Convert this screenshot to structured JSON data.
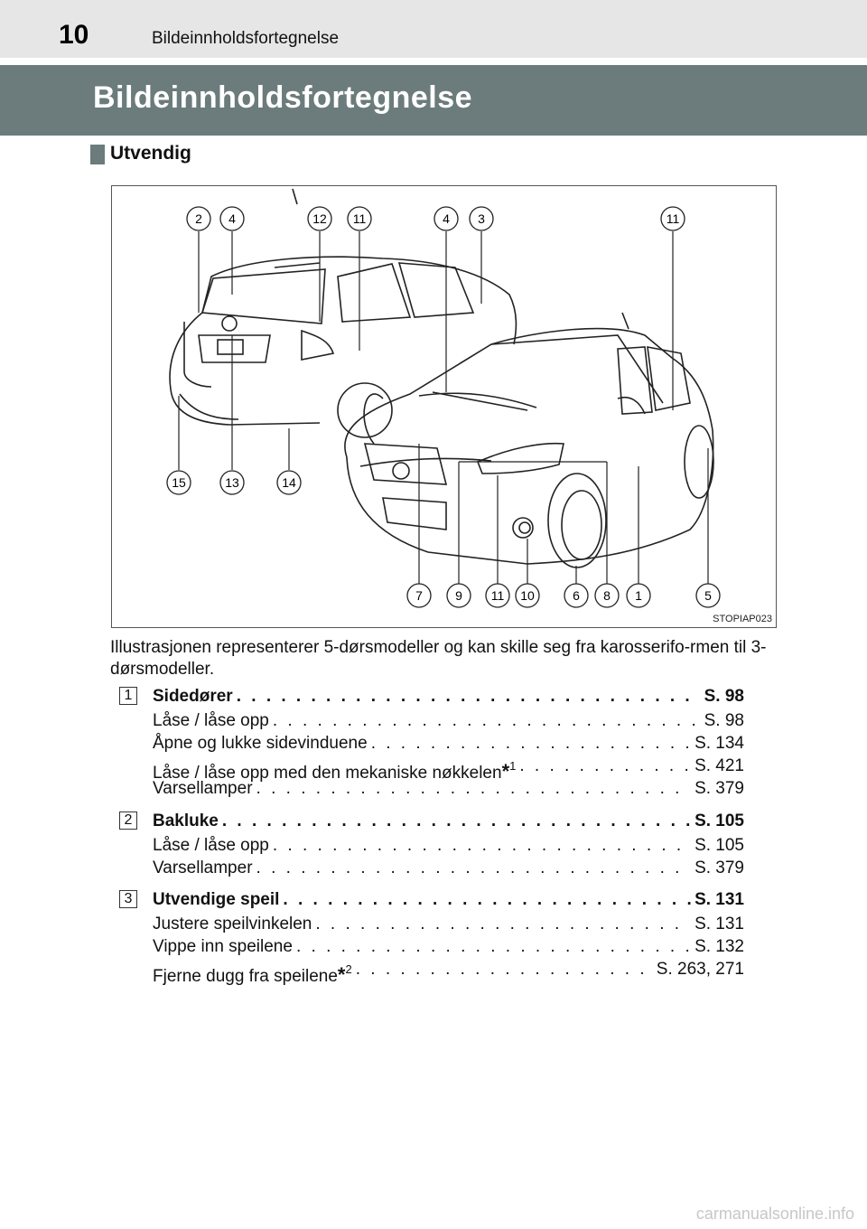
{
  "header": {
    "page_number": "10",
    "running_title": "Bildeinnholdsfortegnelse"
  },
  "band_title": "Bildeinnholdsfortegnelse",
  "section_title": "Utvendig",
  "figure": {
    "code": "STOPIAP023",
    "callouts_top": [
      "2",
      "4",
      "12",
      "11",
      "4",
      "3",
      "11"
    ],
    "callouts_left": [
      "15",
      "13",
      "14"
    ],
    "callouts_bottom": [
      "7",
      "9",
      "11",
      "10",
      "6",
      "8",
      "1",
      "5"
    ]
  },
  "caption": "Illustrasjonen representerer 5-dørsmodeller og kan skille seg fra karosserifo-rmen til 3-dørsmodeller.",
  "entries": [
    {
      "num": "1",
      "title": {
        "label": "Sidedører",
        "page": "S. 98"
      },
      "items": [
        {
          "label": "Låse / låse opp",
          "page": "S. 98"
        },
        {
          "label": "Åpne og lukke sidevinduene",
          "page": "S. 134"
        },
        {
          "label": "Låse / låse opp med den mekaniske nøkkelen",
          "star": "*",
          "note": "1",
          "page": "S. 421"
        },
        {
          "label": "Varsellamper",
          "page": "S. 379"
        }
      ]
    },
    {
      "num": "2",
      "title": {
        "label": "Bakluke",
        "page": "S. 105"
      },
      "items": [
        {
          "label": "Låse / låse opp",
          "page": "S. 105"
        },
        {
          "label": "Varsellamper",
          "page": "S. 379"
        }
      ]
    },
    {
      "num": "3",
      "title": {
        "label": "Utvendige speil",
        "page": "S. 131"
      },
      "items": [
        {
          "label": "Justere speilvinkelen",
          "page": "S. 131"
        },
        {
          "label": "Vippe inn speilene",
          "page": "S. 132"
        },
        {
          "label": "Fjerne dugg fra speilene",
          "star": "*",
          "note": "2",
          "page": "S. 263, 271"
        }
      ]
    }
  ],
  "footer": "carmanualsonline.info"
}
